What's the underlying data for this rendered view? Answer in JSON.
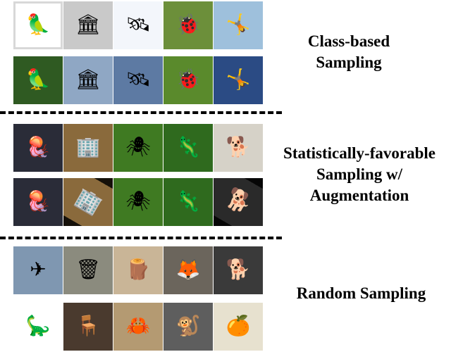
{
  "sections": [
    {
      "label_lines": [
        "Class-based",
        "Sampling"
      ],
      "rows": [
        [
          {
            "icon": "toucan-icon",
            "glyph": "🦜",
            "bg": "#f6f6f6",
            "framed": true
          },
          {
            "icon": "dome-building-icon",
            "glyph": "🏛",
            "bg": "#c9c9c9"
          },
          {
            "icon": "solar-panel-icon",
            "glyph": "🛰",
            "bg": "#f3f6fb"
          },
          {
            "icon": "ladybug-icon",
            "glyph": "🐞",
            "bg": "#6c8f3a"
          },
          {
            "icon": "gymnast-icon",
            "glyph": "🤸",
            "bg": "#9ec0dc"
          }
        ],
        [
          {
            "icon": "toucan-icon",
            "glyph": "🦜",
            "bg": "#2f5a22"
          },
          {
            "icon": "dome-building-icon",
            "glyph": "🏛",
            "bg": "#8fa7c4"
          },
          {
            "icon": "solar-panel-icon",
            "glyph": "🛰",
            "bg": "#5d7aa3"
          },
          {
            "icon": "ladybug-icon",
            "glyph": "🐞",
            "bg": "#5a8a2c"
          },
          {
            "icon": "gymnast-icon",
            "glyph": "🤸",
            "bg": "#2b4b84"
          }
        ]
      ]
    },
    {
      "label_lines": [
        "Statistically-favorable",
        "Sampling w/",
        "Augmentation"
      ],
      "rows": [
        [
          {
            "icon": "jellyfish-icon",
            "glyph": "🪼",
            "bg": "#2a2c38"
          },
          {
            "icon": "building-facade-icon",
            "glyph": "🏢",
            "bg": "#8a6a3c"
          },
          {
            "icon": "spider-icon",
            "glyph": "🕷",
            "bg": "#3f7a22"
          },
          {
            "icon": "lizard-icon",
            "glyph": "🦎",
            "bg": "#2f6a1e"
          },
          {
            "icon": "black-dog-icon",
            "glyph": "🐕",
            "bg": "#d6d2c8"
          }
        ],
        [
          {
            "icon": "jellyfish-icon",
            "glyph": "🪼",
            "bg": "#2a2c38"
          },
          {
            "icon": "building-facade-icon",
            "glyph": "🏢",
            "bg": "#8a6a3c",
            "rotated": true
          },
          {
            "icon": "spider-icon",
            "glyph": "🕷",
            "bg": "#3f7a22"
          },
          {
            "icon": "lizard-icon",
            "glyph": "🦎",
            "bg": "#2f6a1e"
          },
          {
            "icon": "black-dog-icon",
            "glyph": "🐕",
            "bg": "#2a2a2a",
            "rotated": true
          }
        ]
      ]
    },
    {
      "label_lines": [
        "Random Sampling"
      ],
      "rows": [
        [
          {
            "icon": "fighter-jet-icon",
            "glyph": "✈",
            "bg": "#7f97b1"
          },
          {
            "icon": "trash-bin-icon",
            "glyph": "🗑",
            "bg": "#8b8b7e"
          },
          {
            "icon": "fence-icon",
            "glyph": "🪵",
            "bg": "#c9b597"
          },
          {
            "icon": "fox-icon",
            "glyph": "🦊",
            "bg": "#6b655c"
          },
          {
            "icon": "newfoundland-dog-icon",
            "glyph": "🐕",
            "bg": "#3a3a3a"
          }
        ],
        [
          {
            "icon": "dinosaur-icon",
            "glyph": "🦕",
            "bg": "#ffffff"
          },
          {
            "icon": "room-interior-icon",
            "glyph": "🪑",
            "bg": "#4a3a2e"
          },
          {
            "icon": "sand-crab-icon",
            "glyph": "🦀",
            "bg": "#b49a72"
          },
          {
            "icon": "monkey-icon",
            "glyph": "🐒",
            "bg": "#5e5e5e"
          },
          {
            "icon": "orange-fruit-icon",
            "glyph": "🍊",
            "bg": "#e7e1cf"
          }
        ]
      ]
    }
  ]
}
